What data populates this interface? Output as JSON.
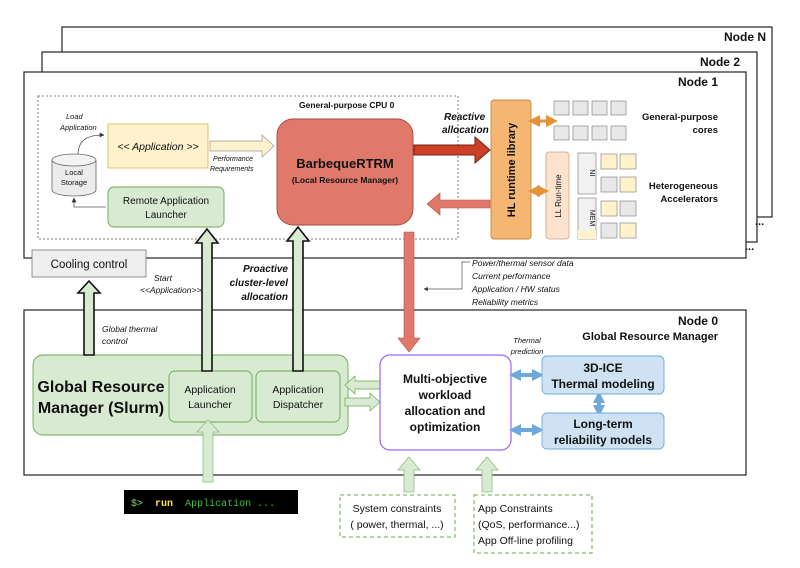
{
  "nodes": {
    "node_n": "Node N",
    "node_2": "Node 2",
    "node_1": "Node 1",
    "node_0": "Node 0",
    "node_0_subtitle": "Global Resource Manager",
    "dots": "..."
  },
  "node1": {
    "cpu_label": "General-purpose CPU 0",
    "load_application": [
      "Load",
      "Application"
    ],
    "local_storage": [
      "Local",
      "Storage"
    ],
    "application_box": "<< Application >>",
    "performance_requirements": [
      "Performance",
      "Requirements"
    ],
    "remote_launcher": [
      "Remote Application",
      "Launcher"
    ],
    "barbeque_title": "BarbequeRTRM",
    "barbeque_sub": "(Local Resource Manager)",
    "reactive_allocation": [
      "Reactive",
      "allocation"
    ],
    "hl_runtime_library": "HL runtime library",
    "ll_runtime": "LL Run-time",
    "ni": "NI",
    "mem": "MEM",
    "general_purpose_cores": [
      "General-purpose",
      "cores"
    ],
    "heterogeneous_accelerators": [
      "Heterogeneous",
      "Accelerators"
    ]
  },
  "cooling_control": "Cooling control",
  "start_application": [
    "Start",
    "<<Application>>"
  ],
  "proactive_allocation": [
    "Proactive",
    "cluster-level",
    "allocation"
  ],
  "sensor_info": [
    "Power/thermal sensor data",
    "Current performance",
    "Application / HW status",
    "Reliability metrics"
  ],
  "node0": {
    "global_thermal_control": [
      "Global thermal",
      "control"
    ],
    "grm_slurm": [
      "Global Resource",
      "Manager (Slurm)"
    ],
    "application_launcher": [
      "Application",
      "Launcher"
    ],
    "application_dispatcher": [
      "Application",
      "Dispatcher"
    ],
    "multi_objective": [
      "Multi-objective",
      "workload",
      "allocation and",
      "optimization"
    ],
    "thermal_prediction": [
      "Thermal",
      "prediction"
    ],
    "ice_title": "3D-ICE",
    "ice_sub": "Thermal modeling",
    "reliability": [
      "Long-term",
      "reliability models"
    ]
  },
  "terminal": {
    "prompt": "$>",
    "command": "run",
    "argument": "Application ..."
  },
  "system_constraints": [
    "System constraints",
    "( power, thermal, ...)"
  ],
  "app_constraints": [
    "App Constraints",
    "(QoS, performance...)",
    "App Off-line profiling"
  ],
  "colors": {
    "barbeque": "#e0796a",
    "hl_runtime": "#f5b673",
    "ll_runtime": "#fde3cd",
    "green_fill": "#d9ead3",
    "green_stroke": "#6aa84f",
    "purple_stroke": "#9966ff",
    "blue_fill": "#cfe2f3",
    "orange_arrow": "#e69138",
    "red_arrow": "#cc4125",
    "app_fill": "#fff2cc",
    "acc_fill": "#fff2cc"
  }
}
